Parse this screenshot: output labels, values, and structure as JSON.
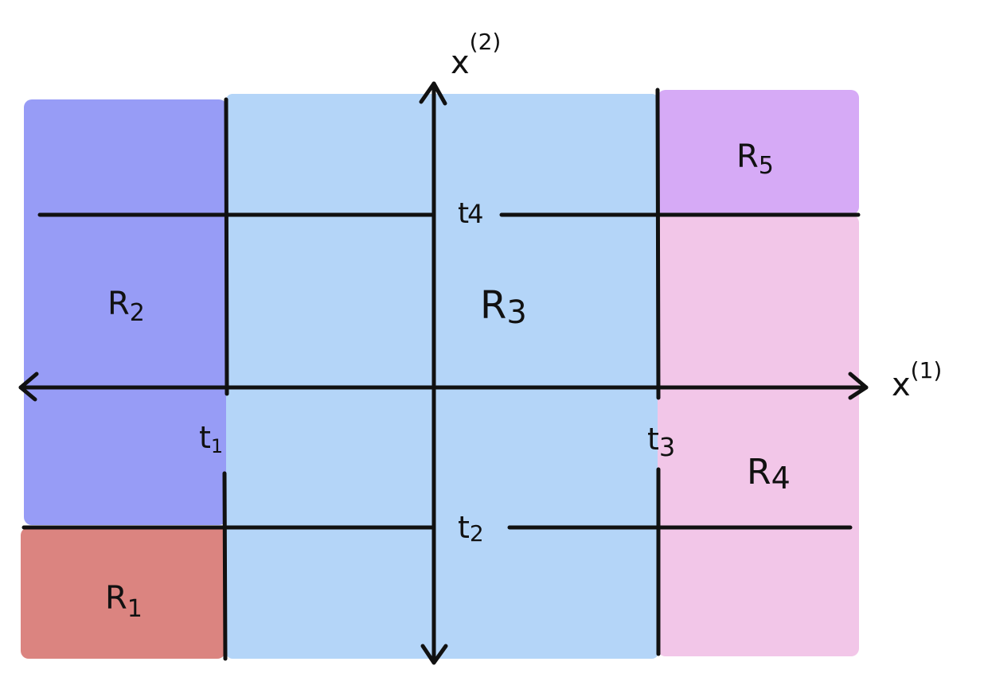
{
  "axes": {
    "x_label_base": "x",
    "x_label_sup": "(1)",
    "y_label_base": "x",
    "y_label_sup": "(2)"
  },
  "regions": [
    {
      "id": "R1",
      "base": "R",
      "sub": "1",
      "color": "#db8480"
    },
    {
      "id": "R2",
      "base": "R",
      "sub": "2",
      "color": "#979cf6"
    },
    {
      "id": "R3",
      "base": "R",
      "sub": "3",
      "color": "#b4d5f8"
    },
    {
      "id": "R4",
      "base": "R",
      "sub": "4",
      "color": "#f2c6e8"
    },
    {
      "id": "R5",
      "base": "R",
      "sub": "5",
      "color": "#d6aaf6"
    }
  ],
  "thresholds": [
    {
      "id": "t1",
      "base": "t",
      "sub": "1"
    },
    {
      "id": "t2",
      "base": "t",
      "sub": "2"
    },
    {
      "id": "t3",
      "base": "t",
      "sub": "3"
    },
    {
      "id": "t4",
      "base": "t",
      "sub": "4"
    }
  ],
  "line_color": "#111111"
}
